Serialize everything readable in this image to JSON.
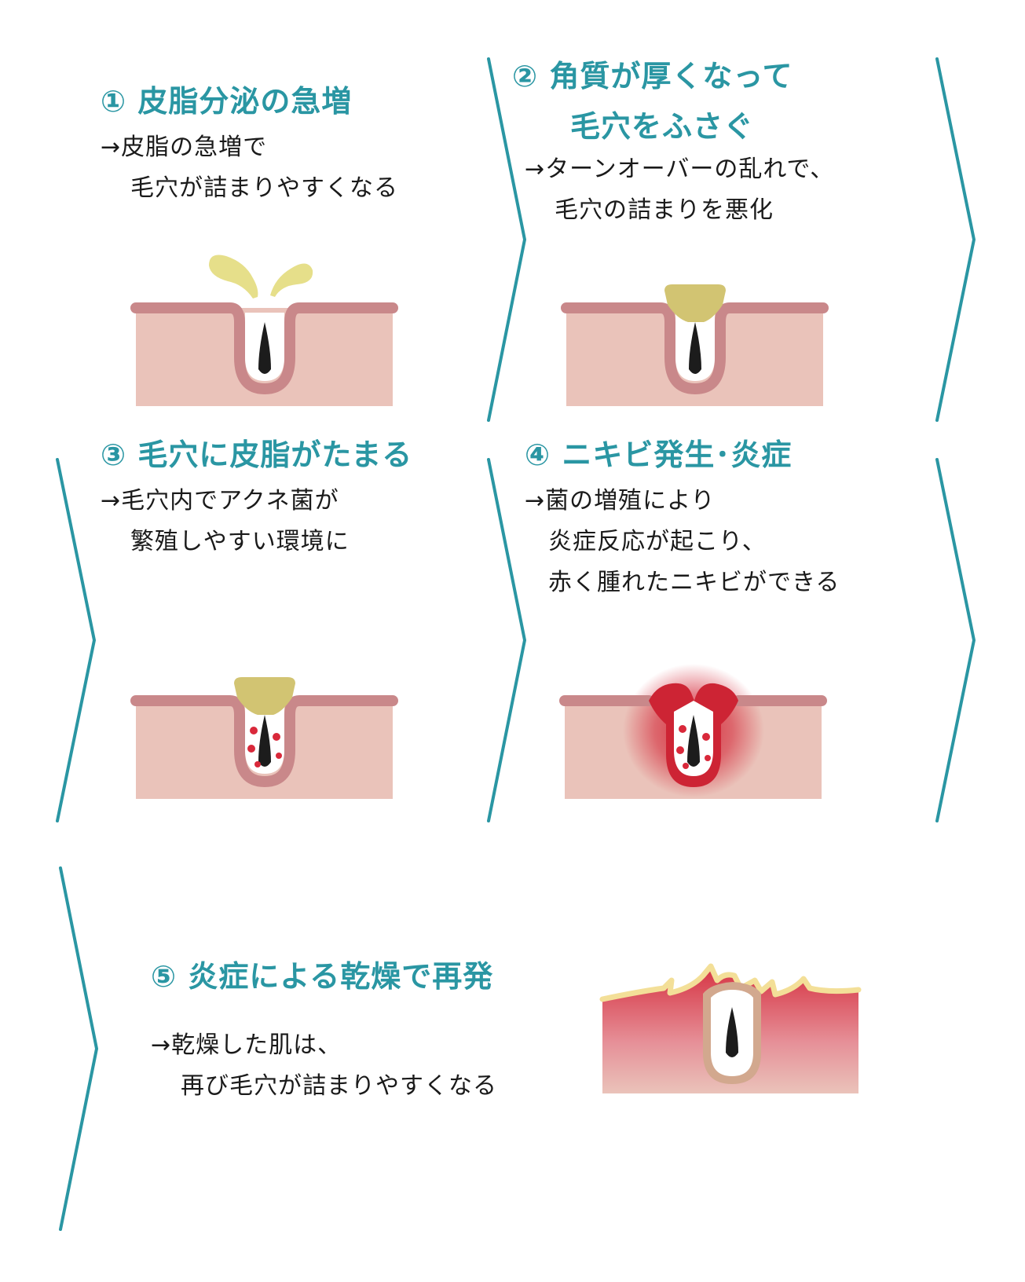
{
  "colors": {
    "accent": "#2a96a3",
    "skin": "#eac3ba",
    "pore_wall": "#c9888a",
    "sebum": "#e6df8a",
    "keratin_plug": "#d2c472",
    "hair": "#1c1c1c",
    "bacteria": "#d9283a",
    "inflammation": "#d42a3a",
    "dry_edge": "#f3df98"
  },
  "steps": [
    {
      "title_lines": [
        "① 皮脂分泌の急増"
      ],
      "desc": [
        "→皮脂の急増で",
        "毛穴が詰まりやすくなる"
      ]
    },
    {
      "title_lines": [
        "② 角質が厚くなって",
        "毛穴をふさぐ"
      ],
      "desc": [
        "→ターンオーバーの乱れで、",
        "毛穴の詰まりを悪化"
      ]
    },
    {
      "title_lines": [
        "③ 毛穴に皮脂がたまる"
      ],
      "desc": [
        "→毛穴内でアクネ菌が",
        "繁殖しやすい環境に"
      ]
    },
    {
      "title_lines": [
        "④ ニキビ発生･炎症"
      ],
      "desc": [
        "→菌の増殖により",
        "炎症反応が起こり、",
        "赤く腫れたニキビができる"
      ]
    },
    {
      "title_lines": [
        "⑤ 炎症による乾燥で再発"
      ],
      "desc": [
        "→乾燥した肌は、",
        "再び毛穴が詰まりやすくなる"
      ]
    }
  ]
}
